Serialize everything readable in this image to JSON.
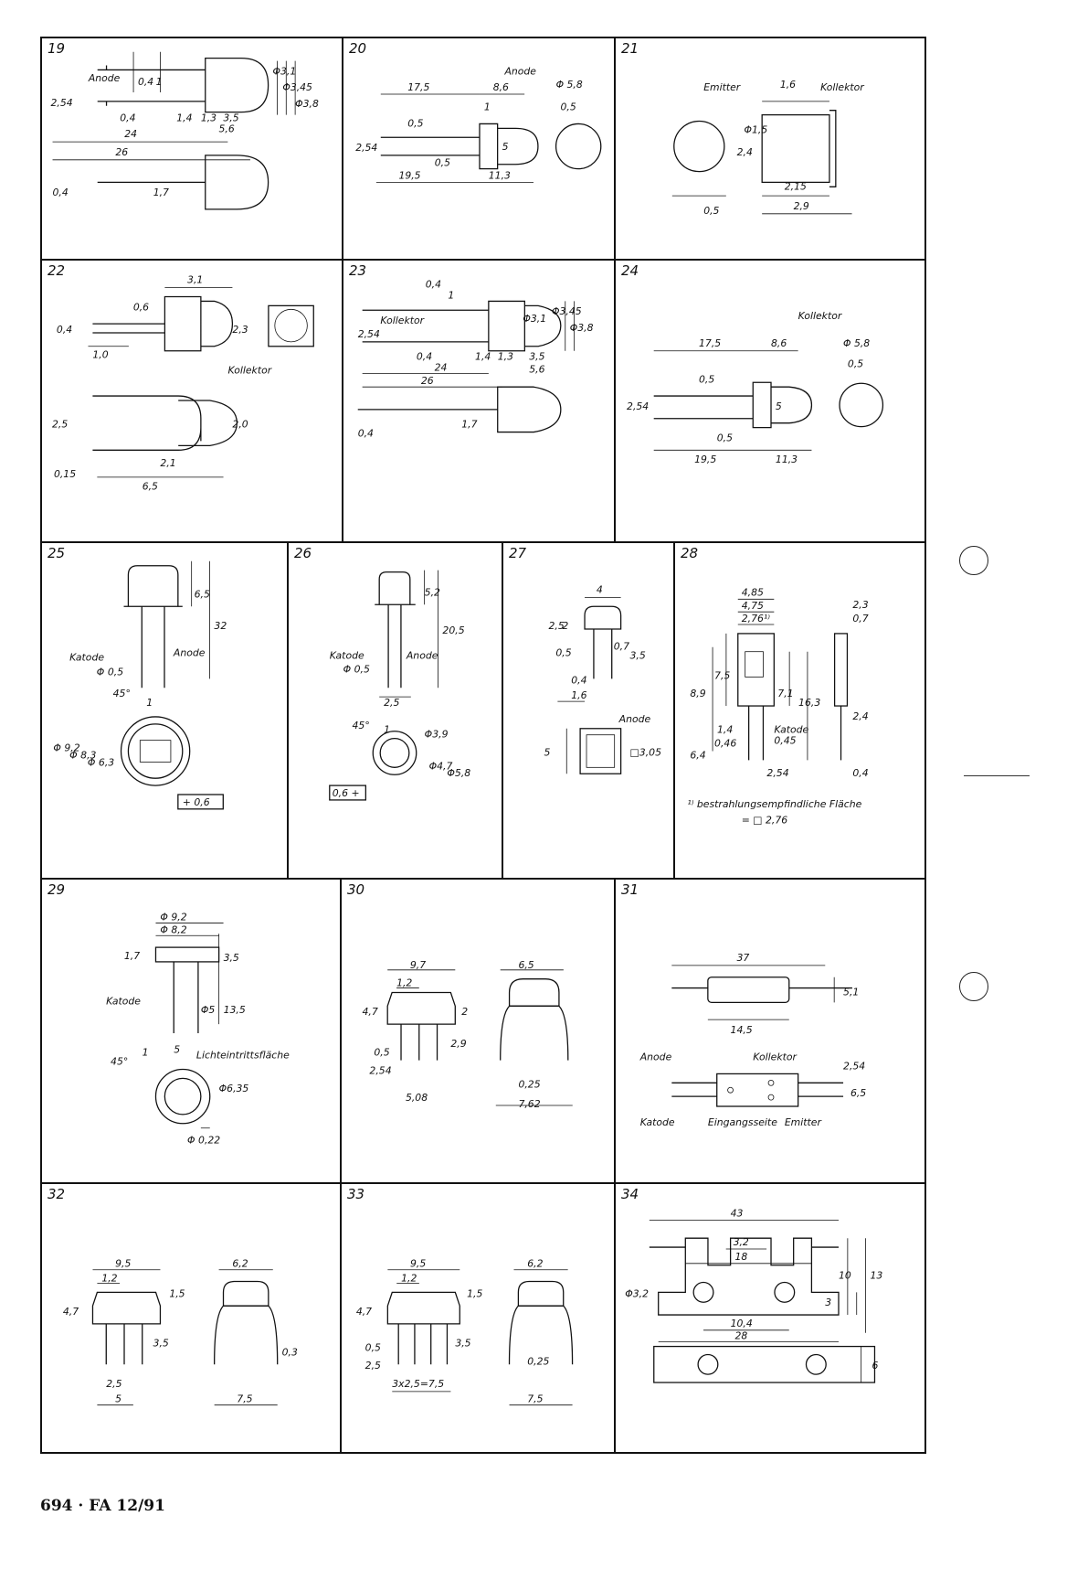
{
  "rows": [
    {
      "panels": [
        {
          "number": "19",
          "labels": [
            "2,54",
            "Anode",
            "0,4",
            "1",
            "0,4",
            "Φ3,1",
            "Φ3,45",
            "Φ3,8",
            "1,4",
            "1,3",
            "3,5",
            "24",
            "5,6",
            "26",
            "0,4",
            "1,7"
          ]
        },
        {
          "number": "20",
          "labels": [
            "Anode",
            "Φ 5,8",
            "17,5",
            "8,6",
            "1",
            "0,5",
            "0,5",
            "2,54",
            "5",
            "19,5",
            "0,5",
            "11,3"
          ]
        },
        {
          "number": "21",
          "labels": [
            "Emitter",
            "1,6",
            "Kollektor",
            "2,4",
            "Φ1,5",
            "2,15",
            "0,5",
            "2,9"
          ]
        }
      ]
    },
    {
      "panels": [
        {
          "number": "22",
          "labels": [
            "3,1",
            "0,6",
            "0,4",
            "2,3",
            "1,0",
            "Kollektor",
            "2,5",
            "2,0",
            "0,15",
            "2,1",
            "6,5"
          ]
        },
        {
          "number": "23",
          "labels": [
            "0,4",
            "1",
            "2,54",
            "Kollektor",
            "Φ3,1",
            "Φ3,45",
            "Φ3,8",
            "0,4",
            "1,4",
            "1,3",
            "3,5",
            "24",
            "5,6",
            "26",
            "0,4",
            "1,7"
          ]
        },
        {
          "number": "24",
          "labels": [
            "Kollektor",
            "17,5",
            "8,6",
            "Φ 5,8",
            "0,5",
            "0,5",
            "2,54",
            "5",
            "0,5",
            "19,5",
            "11,3"
          ]
        }
      ]
    },
    {
      "panels": [
        {
          "number": "25",
          "labels": [
            "6,5",
            "32",
            "Katode",
            "Anode",
            "Φ 0,5",
            "45°",
            "1",
            "Φ 9,2",
            "Φ 8,3",
            "Φ 6,3",
            "+ 0,6"
          ]
        },
        {
          "number": "26",
          "labels": [
            "5,2",
            "20,5",
            "Katode",
            "Anode",
            "Φ 0,5",
            "2,5",
            "45°",
            "1",
            "Φ3,9",
            "Φ4,7",
            "Φ5,8",
            "0,6 +"
          ]
        },
        {
          "number": "27",
          "labels": [
            "4",
            "2,5",
            "2",
            "0,5",
            "0,7",
            "3,5",
            "0,4",
            "1,6",
            "Anode",
            "5",
            "□3,05"
          ]
        },
        {
          "number": "28",
          "labels": [
            "4,85",
            "4,75",
            "2,76¹⁾",
            "2,3",
            "0,7",
            "8,9",
            "7,5",
            "7,1",
            "16,3",
            "2,4",
            "1,4",
            "Katode",
            "6,4",
            "0,46",
            "0,45",
            "2,54",
            "0,4",
            "¹⁾ bestrahlungsempfindliche Fläche",
            "= □ 2,76"
          ]
        }
      ]
    },
    {
      "panels": [
        {
          "number": "29",
          "labels": [
            "Φ 9,2",
            "Φ 8,2",
            "1,7",
            "3,5",
            "Katode",
            "Φ5",
            "13,5",
            "45°",
            "1",
            "5",
            "Lichteintrittsfläche",
            "Φ6,35",
            "Φ 0,22"
          ]
        },
        {
          "number": "30",
          "labels": [
            "9,7",
            "6,5",
            "1,2",
            "4,7",
            "2",
            "0,5",
            "2,9",
            "2,54",
            "0,25",
            "5,08",
            "7,62"
          ]
        },
        {
          "number": "31",
          "labels": [
            "37",
            "5,1",
            "14,5",
            "Anode",
            "Kollektor",
            "2,54",
            "6,5",
            "Katode",
            "Eingangsseite",
            "Emitter"
          ]
        }
      ]
    },
    {
      "panels": [
        {
          "number": "32",
          "labels": [
            "9,5",
            "1,2",
            "6,2",
            "4,7",
            "1,5",
            "3,5",
            "0,3",
            "2,5",
            "5",
            "7,5"
          ]
        },
        {
          "number": "33",
          "labels": [
            "9,5",
            "1,2",
            "6,2",
            "4,7",
            "1,5",
            "0,5",
            "3,5",
            "0,25",
            "2,5",
            "3x2,5=7,5",
            "7,5"
          ]
        },
        {
          "number": "34",
          "labels": [
            "43",
            "3,2",
            "18",
            "Φ3,2",
            "10",
            "13",
            "3",
            "10,4",
            "28",
            "6"
          ]
        }
      ]
    }
  ],
  "footer": "694 · FA 12/91"
}
